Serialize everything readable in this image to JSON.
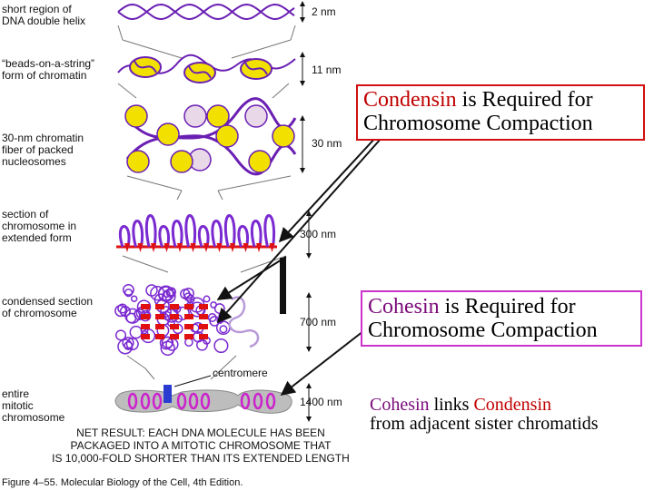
{
  "colors": {
    "helix": "#6a1fb3",
    "bead": "#f2e100",
    "loop": "#7a2ad0",
    "scaffold": "#e01010",
    "arrow": "#111111",
    "box_condensin": "#d01010",
    "box_cohesin": "#cc33cc",
    "condensin_text": "#c00000",
    "cohesin_text": "#7a0a7a"
  },
  "stages": [
    {
      "label": [
        "short region of",
        "DNA double helix"
      ],
      "scale": "2 nm"
    },
    {
      "label": [
        "“beads-on-a-string”",
        "form of chromatin"
      ],
      "scale": "11 nm"
    },
    {
      "label": [
        "30-nm chromatin",
        "fiber of packed",
        "nucleosomes"
      ],
      "scale": "30 nm"
    },
    {
      "label": [
        "section of",
        "chromosome in",
        "extended form"
      ],
      "scale": "300 nm"
    },
    {
      "label": [
        "condensed section",
        "of chromosome"
      ],
      "scale": "700 nm"
    },
    {
      "label": [
        "entire",
        "mitotic",
        "chromosome"
      ],
      "scale": "1400 nm"
    }
  ],
  "centromere_label": "centromere",
  "callouts": {
    "condensin": {
      "keyword": "Condensin",
      "rest": " is Required for",
      "line2": "Chromosome Compaction"
    },
    "cohesin": {
      "keyword": "Cohesin",
      "rest": " is Required for",
      "line2": "Chromosome Compaction"
    },
    "links": {
      "w1": "Cohesin",
      "w2": " links ",
      "w3": "Condensin",
      "line2": "from adjacent sister chromatids"
    }
  },
  "net_result": [
    "NET RESULT: EACH DNA MOLECULE HAS BEEN",
    "PACKAGED INTO A MITOTIC CHROMOSOME THAT",
    "IS 10,000-FOLD SHORTER THAN ITS EXTENDED LENGTH"
  ],
  "caption": "Figure 4–55. Molecular Biology of the Cell, 4th Edition."
}
